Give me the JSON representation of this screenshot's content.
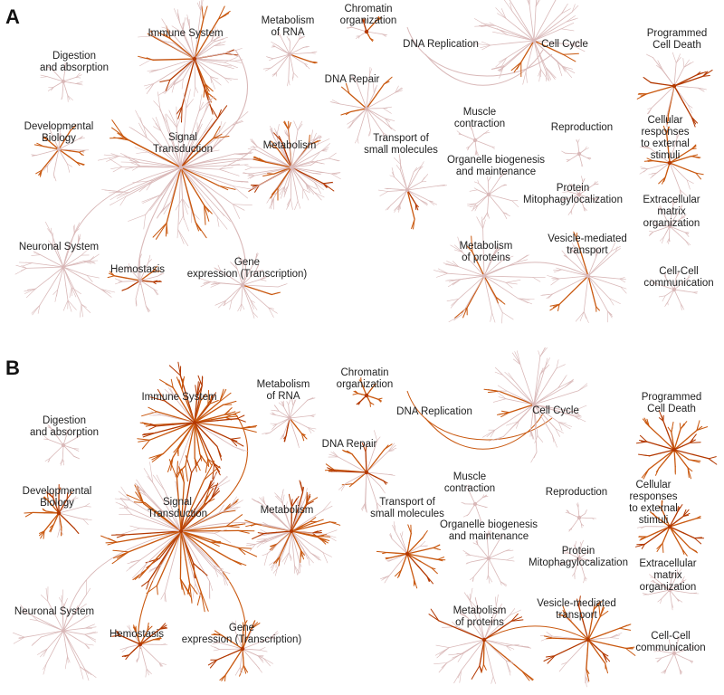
{
  "panels": [
    {
      "letter": "A",
      "labels": [
        "Immune System",
        "Metabolism\nof RNA",
        "Chromatin\norganization",
        "DNA Replication",
        "Cell Cycle",
        "Programmed\nCell Death",
        "Digestion\nand absorption",
        "DNA Repair",
        "Developmental\nBiology",
        "Signal\nTransduction",
        "Metabolism",
        "Transport of\nsmall molecules",
        "Muscle\ncontraction",
        "Reproduction",
        "Cellular responses\nto external stimuli",
        "Organelle biogenesis\nand maintenance",
        "Protein\nMitophagylocalization",
        "Extracellular\nmatrix organization",
        "Neuronal System",
        "Hemostasis",
        "Gene\nexpression (Transcription)",
        "Metabolism\nof proteins",
        "Vesicle-mediated\ntransport",
        "Cell-Cell\ncommunication"
      ],
      "colors": {
        "edge": "#d9b8b8",
        "highlight": "#c9580f",
        "strong": "#b33800"
      }
    },
    {
      "letter": "B",
      "labels": [
        "Immune System",
        "Metabolism\nof RNA",
        "Chromatin\norganization",
        "DNA Replication",
        "Cell Cycle",
        "Programmed\nCell Death",
        "Digestion\nand absorption",
        "DNA Repair",
        "Developmental\nBiology",
        "Signal\nTransduction",
        "Metabolism",
        "Transport of\nsmall molecules",
        "Muscle\ncontraction",
        "Reproduction",
        "Cellular responses\nto external stimuli",
        "Organelle biogenesis\nand maintenance",
        "Protein\nMitophagylocalization",
        "Extracellular\nmatrix organization",
        "Neuronal System",
        "Hemostasis",
        "Gene\nexpression (Transcription)",
        "Metabolism\nof proteins",
        "Vesicle-mediated\ntransport",
        "Cell-Cell\ncommunication"
      ],
      "colors": {
        "edge": "#d9b8b8",
        "highlight": "#c9580f",
        "strong": "#b33800"
      }
    }
  ]
}
